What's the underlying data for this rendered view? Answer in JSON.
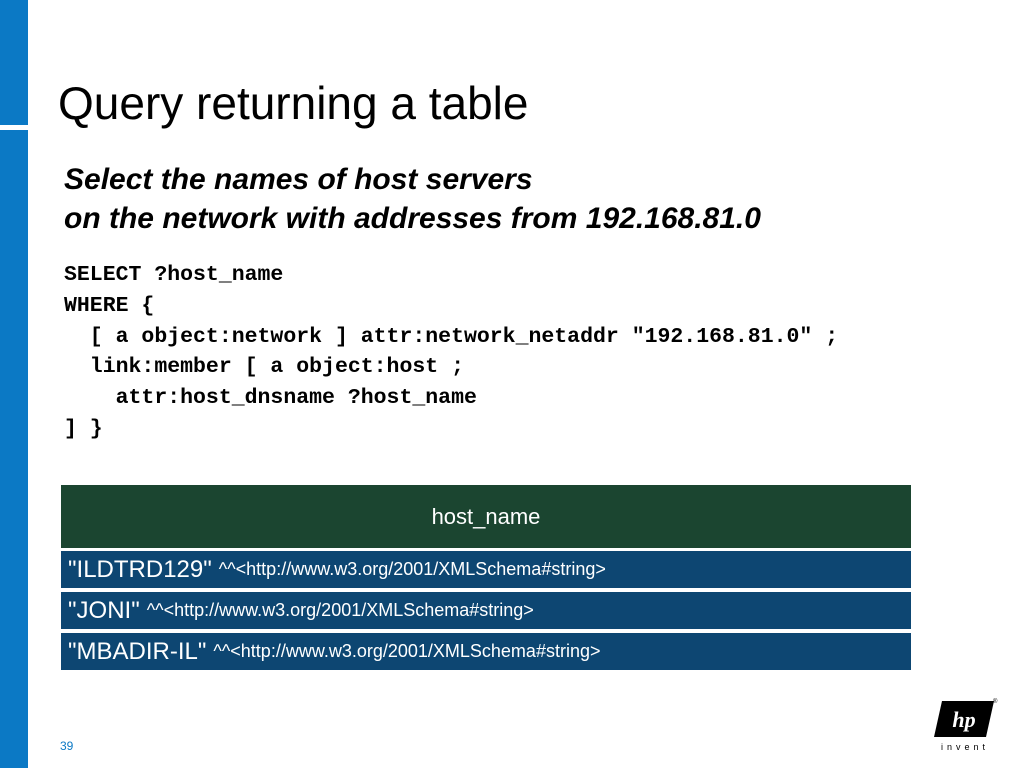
{
  "slide": {
    "title": "Query returning a table",
    "subtitle_lines": [
      "Select the names of host servers",
      "on the network with addresses from 192.168.81.0"
    ],
    "code_lines": [
      "SELECT ?host_name",
      "WHERE {",
      "  [ a object:network ] attr:network_netaddr \"192.168.81.0\" ;",
      "  link:member [ a object:host ;",
      "    attr:host_dnsname ?host_name",
      "] }"
    ],
    "page_number": "39"
  },
  "table": {
    "header": "host_name",
    "rows": [
      {
        "value": "\"ILDTRD129\"",
        "type": "^^<http://www.w3.org/2001/XMLSchema#string>"
      },
      {
        "value": "\"JONI\"",
        "type": "^^<http://www.w3.org/2001/XMLSchema#string>"
      },
      {
        "value": "\"MBADIR-IL\"",
        "type": "^^<http://www.w3.org/2001/XMLSchema#string>"
      }
    ]
  },
  "logo": {
    "mark": "hp",
    "tagline": "invent",
    "trademark": "®",
    "icon": "hp-logo-icon"
  },
  "colors": {
    "accent_blue": "#0b79c5",
    "header_green": "#1b4530",
    "row_blue": "#0d4672"
  }
}
